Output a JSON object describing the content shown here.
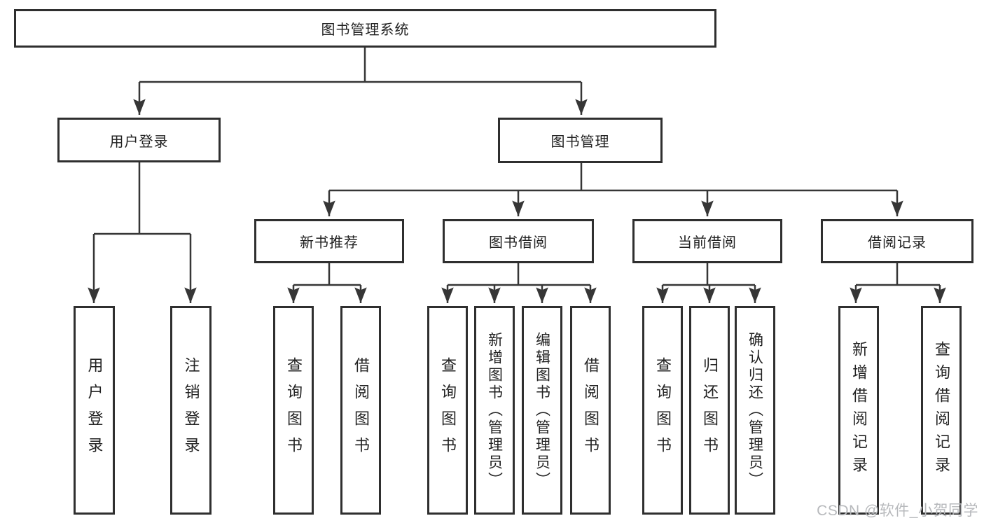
{
  "diagram": {
    "title": "图书管理系统",
    "nodes": {
      "root": "图书管理系统",
      "user_login": "用户登录",
      "book_management": "图书管理",
      "new_book_recommend": "新书推荐",
      "book_borrowing": "图书借阅",
      "current_borrowing": "当前借阅",
      "borrowing_records": "借阅记录",
      "leaf_user_login": "用户登录",
      "leaf_logout": "注销登录",
      "leaf_search_books_recommend": "查询图书",
      "leaf_borrow_books_recommend": "借阅图书",
      "leaf_search_books_borrowing": "查询图书",
      "leaf_add_books_admin": "新增图书（管理员）",
      "leaf_edit_books_admin": "编辑图书（管理员）",
      "leaf_borrow_books_borrowing": "借阅图书",
      "leaf_search_books_current": "查询图书",
      "leaf_return_books": "归还图书",
      "leaf_confirm_return_admin": "确认归还（管理员）",
      "leaf_add_borrow_record": "新增借阅记录",
      "leaf_search_borrow_record": "查询借阅记录"
    },
    "hierarchy": {
      "图书管理系统": {
        "用户登录": [
          "用户登录",
          "注销登录"
        ],
        "图书管理": {
          "新书推荐": [
            "查询图书",
            "借阅图书"
          ],
          "图书借阅": [
            "查询图书",
            "新增图书（管理员）",
            "编辑图书（管理员）",
            "借阅图书"
          ],
          "当前借阅": [
            "查询图书",
            "归还图书",
            "确认归还（管理员）"
          ],
          "借阅记录": [
            "新增借阅记录",
            "查询借阅记录"
          ]
        }
      }
    }
  },
  "watermark": "CSDN @软件_小贺同学",
  "colors": {
    "background": "#ffffff",
    "box_fill": "#ffffff",
    "box_border": "#2f2f2f",
    "line": "#363636",
    "text": "#222222",
    "watermark": "#b7b9bc"
  }
}
